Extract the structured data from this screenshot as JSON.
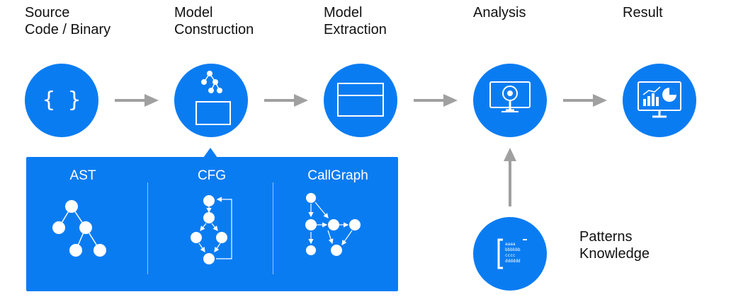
{
  "stages": [
    {
      "label": "Source\nCode / Binary",
      "icon": "curly-braces-icon",
      "icon_text": "{ }"
    },
    {
      "label": "Model\nConstruction",
      "icon": "tree-box-icon"
    },
    {
      "label": "Model\nExtraction",
      "icon": "window-icon"
    },
    {
      "label": "Analysis",
      "icon": "monitor-search-icon"
    },
    {
      "label": "Result",
      "icon": "monitor-chart-icon"
    }
  ],
  "models": {
    "ast": "AST",
    "cfg": "CFG",
    "callgraph": "CallGraph"
  },
  "patterns": {
    "label": "Patterns\nKnowledge",
    "icon": "pattern-document-icon",
    "lines": [
      "aaaa",
      "bbbbbb",
      "cccc",
      "dddddd"
    ]
  },
  "colors": {
    "accent": "#0a7cf2",
    "arrow": "#a0a0a0"
  }
}
